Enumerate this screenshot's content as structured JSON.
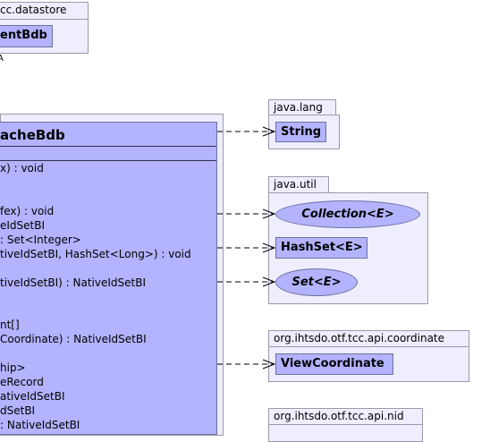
{
  "packages": {
    "datastore": {
      "tab": "cc.datastore",
      "class": "entBdb",
      "note": "A"
    },
    "lang": {
      "tab": "java.lang",
      "class": "String"
    },
    "util": {
      "tab": "java.util",
      "collection": "Collection<E>",
      "hashset": "HashSet<E>",
      "set": "Set<E>"
    },
    "coordinate": {
      "tab": "org.ihtsdo.otf.tcc.api.coordinate",
      "class": "ViewCoordinate"
    },
    "nid": {
      "tab": "org.ihtsdo.otf.tcc.api.nid"
    }
  },
  "main_class": {
    "title": "acheBdb",
    "members": [
      "x) : void",
      "fex) : void",
      "eIdSetBI",
      ": Set<Integer>",
      "tiveIdSetBI, HashSet<Long>) : void",
      "tiveIdSetBI) : NativeIdSetBI",
      "nt[]",
      "Coordinate) : NativeIdSetBI",
      "hip>",
      "eRecord",
      "ativeIdSetBI",
      "dSetBI",
      ": NativeIdSetBI"
    ]
  },
  "colors": {
    "package_fill": "#eeeeff",
    "class_fill": "#b3b3ff",
    "border": "#7070a0"
  }
}
